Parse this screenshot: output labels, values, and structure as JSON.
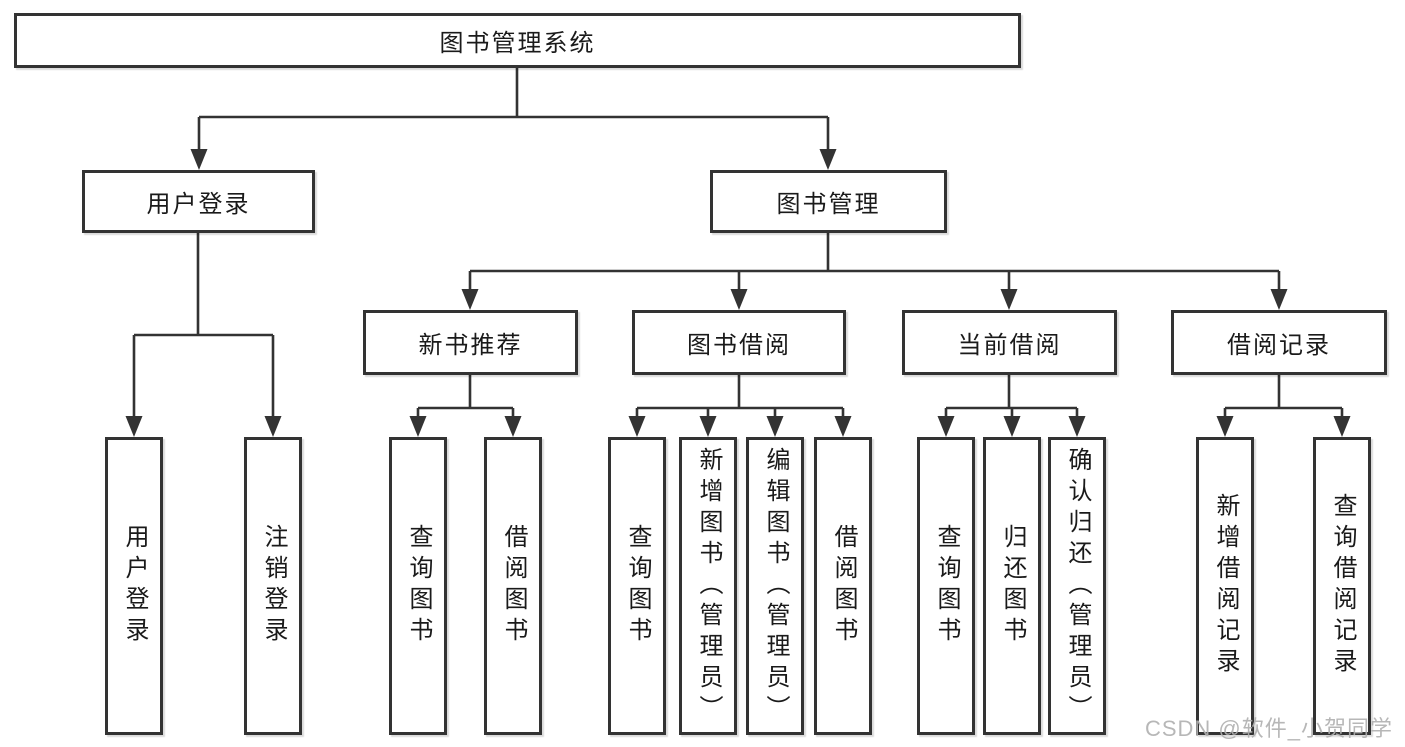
{
  "tree": {
    "root": "图书管理系统",
    "login": {
      "label": "用户登录",
      "children": [
        "用户登录",
        "注销登录"
      ]
    },
    "manage": {
      "label": "图书管理",
      "sections": [
        {
          "label": "新书推荐",
          "children": [
            "查询图书",
            "借阅图书"
          ]
        },
        {
          "label": "图书借阅",
          "children": [
            "查询图书",
            "新增图书（管理员）",
            "编辑图书（管理员）",
            "借阅图书"
          ]
        },
        {
          "label": "当前借阅",
          "children": [
            "查询图书",
            "归还图书",
            "确认归还（管理员）"
          ]
        },
        {
          "label": "借阅记录",
          "children": [
            "新增借阅记录",
            "查询借阅记录"
          ]
        }
      ]
    }
  },
  "watermark": {
    "text": "CSDN @软件_小贺同学"
  },
  "colors": {
    "line": "#333333",
    "text": "#1a1a1a",
    "background": "#ffffff",
    "watermark": "#b0b0b0"
  }
}
